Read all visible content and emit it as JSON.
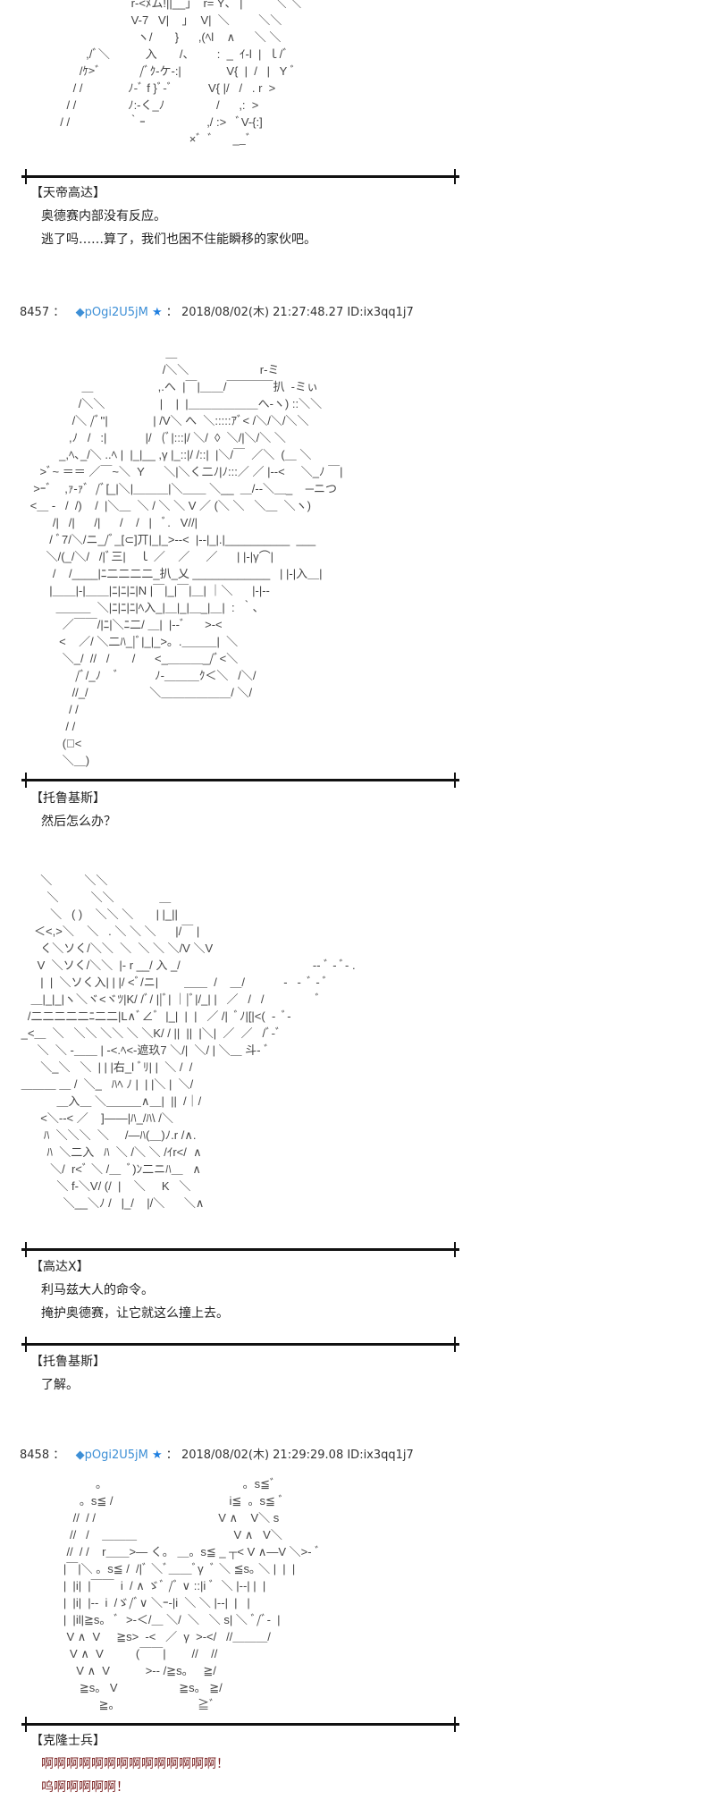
{
  "art": {
    "top": "                        r-<ﾒム!||__」  r= Y、 |          ＼ ＼\n                        V-7   V|    ｣    V|  ＼         ＼＼\n                          ヽ/       }      ,(ﾍl    ∧      ＼ ＼\n          ,/ﾞ＼           入       /、       :  _  ｲ-l  |  ｌ/ﾞ\n        /ｹ>ﾞ            /ﾞｸ-ケ-:|              V{  |  /   |   Y ﾞ\n      / /              ﾉ-ﾞ f }ﾞ-ﾞ           V{ |/   /   . r  >\n    / /                ﾉ:-く_ﾉ                /      ,:  >\n  / /                  ｀ｰ                   ,/ :>   ﾞV-{:]\n                                          ×ﾞ  ﾞ      __ﾞ",
    "gundam": "                                           ＿\n                                          /＼＼                      r-ミ\n                 ＿                    ,.へ  |￣|＿＿/￣￣￣￣扒  -ミぃ\n                /＼＼                 |    |  |＿＿＿＿＿＿へ-ヽ) ::＼＼\n              /＼ /ﾞ''|              | /V＼ へ  ＼:::::ｱﾞ< /＼/＼/＼＼\n             ,ﾉ   /   :|            |/   (ﾞ|:::|/ ＼/  ◊  ＼/|＼/＼ ＼\n          _,ﾍ､_/＼ ..ﾍ |  |_|__ ,γ |_::|/ /::|  |＼/￣  ／＼  (＿ ＼\n    >ﾞ~ ＝＝ ／￣~＼  Y      ＼|＼く二ﾉ|ﾉ:::／ ／ |--<     ＼_ﾉ ￣|\n  >ｰﾞ    ,ｧ-ｧﾞ  /ﾞ[_|＼|＿＿＿|＼＿＿ ＼__  ＿/--＼＿_    ─ニつ\n <＿ -   /  /)    /  |＼＿  ＼ / ＼ ＼ V ／ (＼ ＼   ＼＿  ＼ヽ)\n        /|   /|      /|      /    /   |   ﾞ.   V//|\n       / ﾞ7/＼/ニ_/ﾞ_[⊂]丌|_|_>--<  |--|_|.|__________  ___\n      ＼/(_/＼/   /|ﾞ三|    ｌ ／    ／     ／      | |-|γ⌒|\n        /    /____|ﾆ二二二二_扒_乂 ____________   | |-|入＿|\n       |＿＿|-|＿＿|ﾆ|ﾆ|ﾆ|N |￣|_|￣|＿| ｜＼      |-|--\n         ＿＿＿  ＼|ﾆ|ﾆ|ﾆ|ﾍ入_|＿|_|＿_|＿|  :  ｀､\n           ／￣￣/|ﾆ|＼ﾆ二/ ＿|  |--ﾞ      >-<\n          <    ／/ ＼二ﾊ_|ﾞ|_|_>。.＿＿＿|  ＼\n           ＼_/  //   /       /      <_＿＿＿_/ﾞ<＼\n               /ﾞ/_ﾉ    ﾞ           ﾉ-＿＿＿ｸ＜＼   /＼/\n              //_/                   ＼＿＿＿＿＿＿/ ＼/\n             / /\n            / /\n           (ﾞ<\n           ＼＿)",
    "gundam_x": "       ＼          ＼＼\n         ＼          ＼＼              ＿\n          ＼   ( )    ＼＼ ＼       | |_||\n     ＜<,>＼    ＼   . ＼ ＼ ＼      |/￣ |\n       く＼ソく/＼＼  ＼  ＼ ＼ ＼/V ＼V\n      V  ＼ソく/＼＼  |- r __/ 入 _/                                         -- ﾞ - ﾞ- .\n       |  |  ＼ソく入| | |/ <ﾞ/ニ|        ＿＿  /    ＿/            -   -  ﾞ - ﾞ\n    ＿|_|_|ヽ＼ヾ<ヾﾂ|K/ /ﾞ/ ||ﾞ| ｜|ﾞ|/_| |   ／   /   /                ﾞ\n   /二二二二二ﾆ二二|L∧ﾞ∠ﾞ  |_|  |  |   ／ /|  ﾞﾉ|[|<(  -  ﾞ-\n _<＿  ＼   ＼＼ ＼＼ ＼ ＼K/ / ||  ||  |＼|  ／  ／   /ﾞ-ﾞ\n      ＼  ＼ -＿＿ | -<.ﾍ<-遮玖7 ＼/|  ＼/ | ＼＿ 斗- ﾞ\n       ＼_＼   ＼  | | |右_l ﾞﾘ| |  ＼ /  /\n ＿＿＿ ＿ /  ＼_   ﾊﾍ ﾉ |  | |＼ |  ＼/\n            ＿入＿ ＼＿＿＿∧＿|  ||  /｜/\n       <＼--< ／    ]――|ﾊ_/ﾊ\\ /＼\n        ﾊ  ＼＼＼  ＼     /―ﾊ(＿)ﾉ.r /∧.\n         ﾊ  ＼二入   ﾊ  ＼ /＼ ＼ /ｲr</  ∧\n          ＼/  r<ﾞ ＼ /＿  ﾞ)ﾝ二ニﾊ＿   ∧\n            ＼ f-＼V/ (/  |    ＼     K   ＼\n              ＼__＼ﾉ /   |_/    |/＼      ＼∧",
    "clones": "             。                                          。s≦ﾞ\n        。s≦ /                                    i≦  。s≦ ﾞ\n      //  / /                                      V ∧    V＼ s\n     //   /    ＿＿＿                              V ∧   V＼\n    //  / /    r＿＿>― く。 ＿。s≦ _ ┬< V ∧―V ＼>- ﾞ\n   |￣|＼ 。s≦ /  /|ﾞ ＼ﾞ＿＿ﾞγ  ﾞ ＼ ≦s｡ ＼ |  |  |\n   |  |i|  |￣￣  i  / ∧ ゞﾞ /ﾞ ∨ ::|i ﾞ  ＼ |--| |  |\n   |  |i|  |--  i  /ゞ/ﾞ∨ ＼ｰ-|i  ＼ ＼ |--|  |   |\n   |  |il|≧s。 ﾞ  >-＜/＿ ＼/  ＼   ＼ s| ＼ ﾞ/ﾞ-  |\n    V ∧  V     ≧s>  -<   ／  γ  >-</   //＿＿＿/\n     V ∧  V          (￣￣|        //    //\n       V ∧  V           >-- /≧s。   ≧/\n        ≧s。 V                   ≧s。 ≧/\n              ≧。                        ≧ﾞ"
  },
  "sections": [
    {
      "speaker": "【天帝高达】",
      "lines": [
        "奥德赛内部没有反应。",
        "逃了吗……算了，我们也困不住能瞬移的家伙吧。"
      ]
    },
    {
      "speaker": "【托鲁基斯】",
      "lines": [
        "然后怎么办？"
      ]
    },
    {
      "speaker": "【高达X】",
      "lines": [
        "利马兹大人的命令。",
        "掩护奥德赛，让它就这么撞上去。"
      ]
    },
    {
      "speaker": "【托鲁基斯】",
      "lines": [
        "了解。"
      ]
    },
    {
      "speaker": "【克隆士兵】",
      "lines": [
        "啊啊啊啊啊啊啊啊啊啊啊啊啊啊！",
        "呜啊啊啊啊啊！"
      ]
    }
  ],
  "posts": [
    {
      "number": "8457 ：",
      "trip": "◆pOgi2U5jM",
      "star": "★",
      "sep": "：",
      "datetime": "2018/08/02(木) 21:27:48.27 ID:ix3qq1j7"
    },
    {
      "number": "8458 ：",
      "trip": "◆pOgi2U5jM",
      "star": "★",
      "sep": "：",
      "datetime": "2018/08/02(木) 21:29:29.08 ID:ix3qq1j7"
    }
  ],
  "colors": {
    "trip": "#3d8fd6",
    "star": "#1f7fe0",
    "divider": "#111111"
  }
}
